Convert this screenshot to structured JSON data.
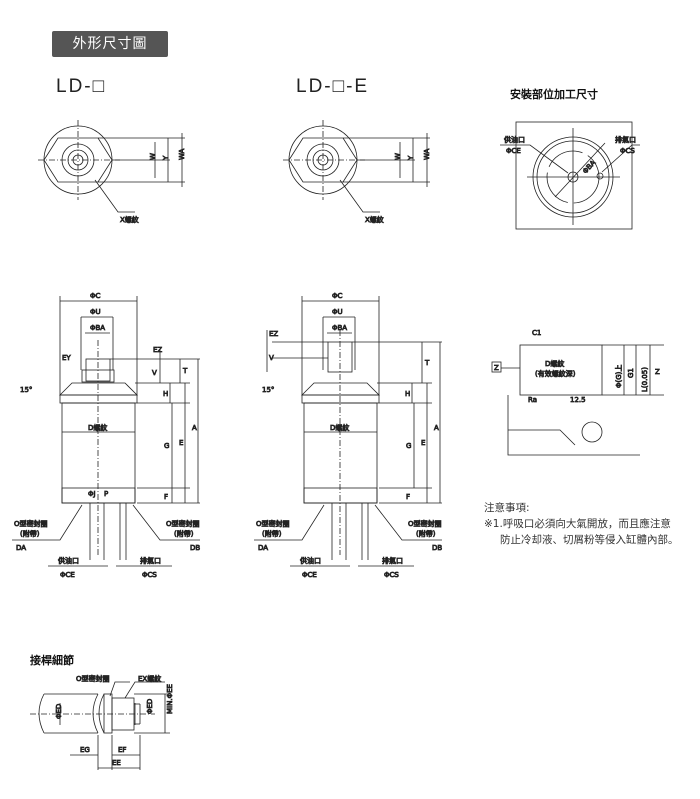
{
  "header": {
    "title": "外形尺寸圖"
  },
  "models": {
    "standard": "LD-□",
    "e_type": "LD-□-E"
  },
  "mounting": {
    "title": "安裝部位加工尺寸",
    "supply_port": "供油口",
    "supply_dia": "ΦCE",
    "exhaust_port": "排氣口",
    "exhaust_dia": "ΦCS",
    "thread": "D螺紋",
    "thread_note": "(有效螺紋深)",
    "pcd": "ΦBA",
    "z": "Z",
    "c1": "C1",
    "ra": "Ra",
    "ra2": "12.5",
    "dim_g": "Φ(G)上",
    "dim_h": "G1",
    "dim_l": "L(0.05)",
    "dim_z": "Z"
  },
  "top_view": {
    "w": "W",
    "y": "Y",
    "wa": "WA",
    "x_thread": "X螺紋"
  },
  "side_view": {
    "dia_c": "ΦC",
    "dia_u": "ΦU",
    "dia_ba": "ΦBA",
    "ey": "EY",
    "angle": "15°",
    "v": "V",
    "ez": "EZ",
    "t": "T",
    "h": "H",
    "g": "G",
    "e": "E",
    "a": "A",
    "f": "F",
    "d_thread": "D螺紋",
    "bottom": "ΦJ",
    "bottom2": "P",
    "oring_left": "O型密封圈",
    "oring_left_note": "(附帶)",
    "da": "DA",
    "oring_right": "O型密封圈",
    "oring_right_note": "(附帶)",
    "db": "DB",
    "supply": "供油口",
    "supply_dia": "ΦCE",
    "exhaust": "排氣口",
    "exhaust_dia": "ΦCS"
  },
  "rod_detail": {
    "title": "接桿細節",
    "oring": "O型密封圈",
    "thread": "EX螺紋",
    "ed": "ΦED",
    "ed2": "ΦED",
    "min_ee": "MIN.ΦEE",
    "eg": "EG",
    "ef": "EF",
    "ee": "EE"
  },
  "notes": {
    "title": "注意事項:",
    "line1": "※1.呼吸口必須向大氣開放，而且應注意",
    "line2": "防止冷却液、切屑粉等侵入缸體內部。"
  }
}
